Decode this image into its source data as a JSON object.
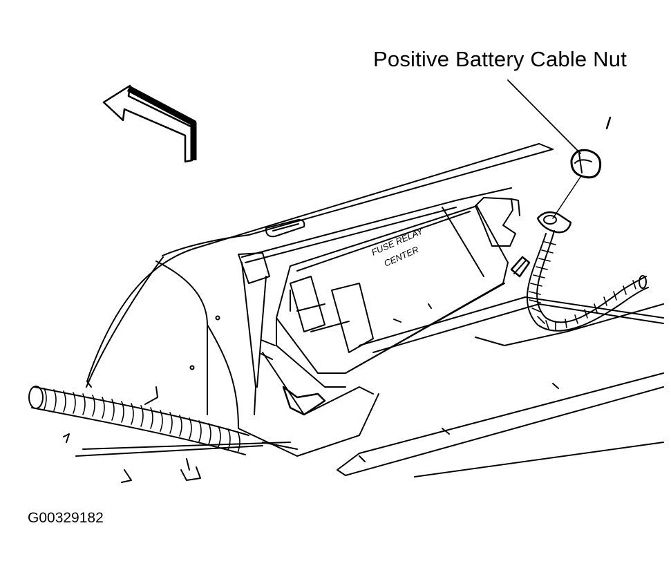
{
  "callout": {
    "label": "Positive Battery Cable Nut"
  },
  "figure": {
    "id": "G00329182"
  },
  "fuse_block_text": {
    "line1": "FUSE RELAY",
    "line2": "CENTER"
  },
  "colors": {
    "ink": "#000000",
    "background": "#ffffff"
  }
}
